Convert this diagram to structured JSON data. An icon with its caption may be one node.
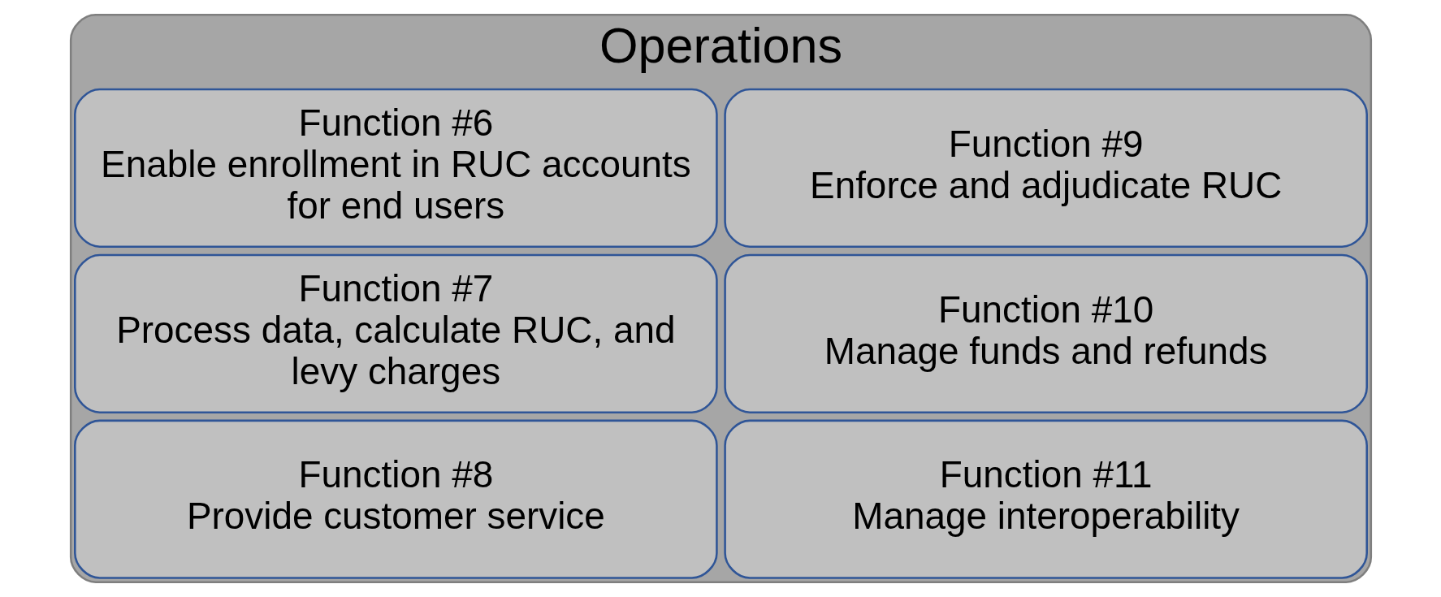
{
  "diagram": {
    "nodes": [
      {
        "text": [
          "Operations"
        ]
      },
      {
        "text": [
          "Function #6",
          "Enable enrollment in RUC accounts for end users"
        ],
        "in": 0
      },
      {
        "text": [
          "Function #7",
          "Process data, calculate RUC, and levy charges"
        ],
        "in": 0
      },
      {
        "text": [
          "Function #8",
          "Provide customer service"
        ],
        "in": 0
      },
      {
        "text": [
          "Function #9",
          "Enforce and adjudicate RUC"
        ],
        "in": 0
      },
      {
        "text": [
          "Function #10",
          "Manage funds and refunds"
        ],
        "in": 0
      },
      {
        "text": [
          "Function #11",
          "Manage interoperability"
        ],
        "in": 0
      }
    ]
  }
}
